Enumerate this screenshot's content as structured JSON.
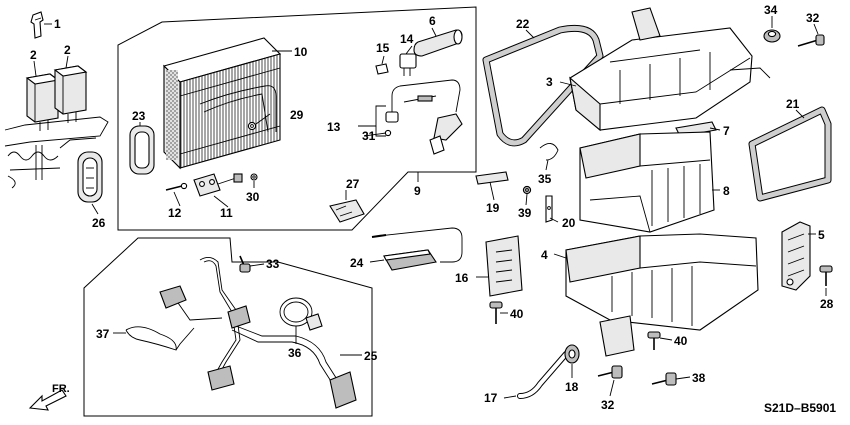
{
  "diagram": {
    "code": "S21D–B5901",
    "direction_label": "FR.",
    "callouts": {
      "p1": "1",
      "p2a": "2",
      "p2b": "2",
      "p3": "3",
      "p4": "4",
      "p5": "5",
      "p6": "6",
      "p7": "7",
      "p8": "8",
      "p9": "9",
      "p10": "10",
      "p11": "11",
      "p12": "12",
      "p13": "13",
      "p14": "14",
      "p15": "15",
      "p16": "16",
      "p17": "17",
      "p18": "18",
      "p19": "19",
      "p20": "20",
      "p21": "21",
      "p22": "22",
      "p23": "23",
      "p24": "24",
      "p25": "25",
      "p26": "26",
      "p27": "27",
      "p28": "28",
      "p29": "29",
      "p30": "30",
      "p31": "31",
      "p32a": "32",
      "p32b": "32",
      "p33": "33",
      "p34": "34",
      "p35": "35",
      "p36": "36",
      "p37": "37",
      "p38": "38",
      "p39": "39",
      "p40a": "40",
      "p40b": "40"
    }
  }
}
